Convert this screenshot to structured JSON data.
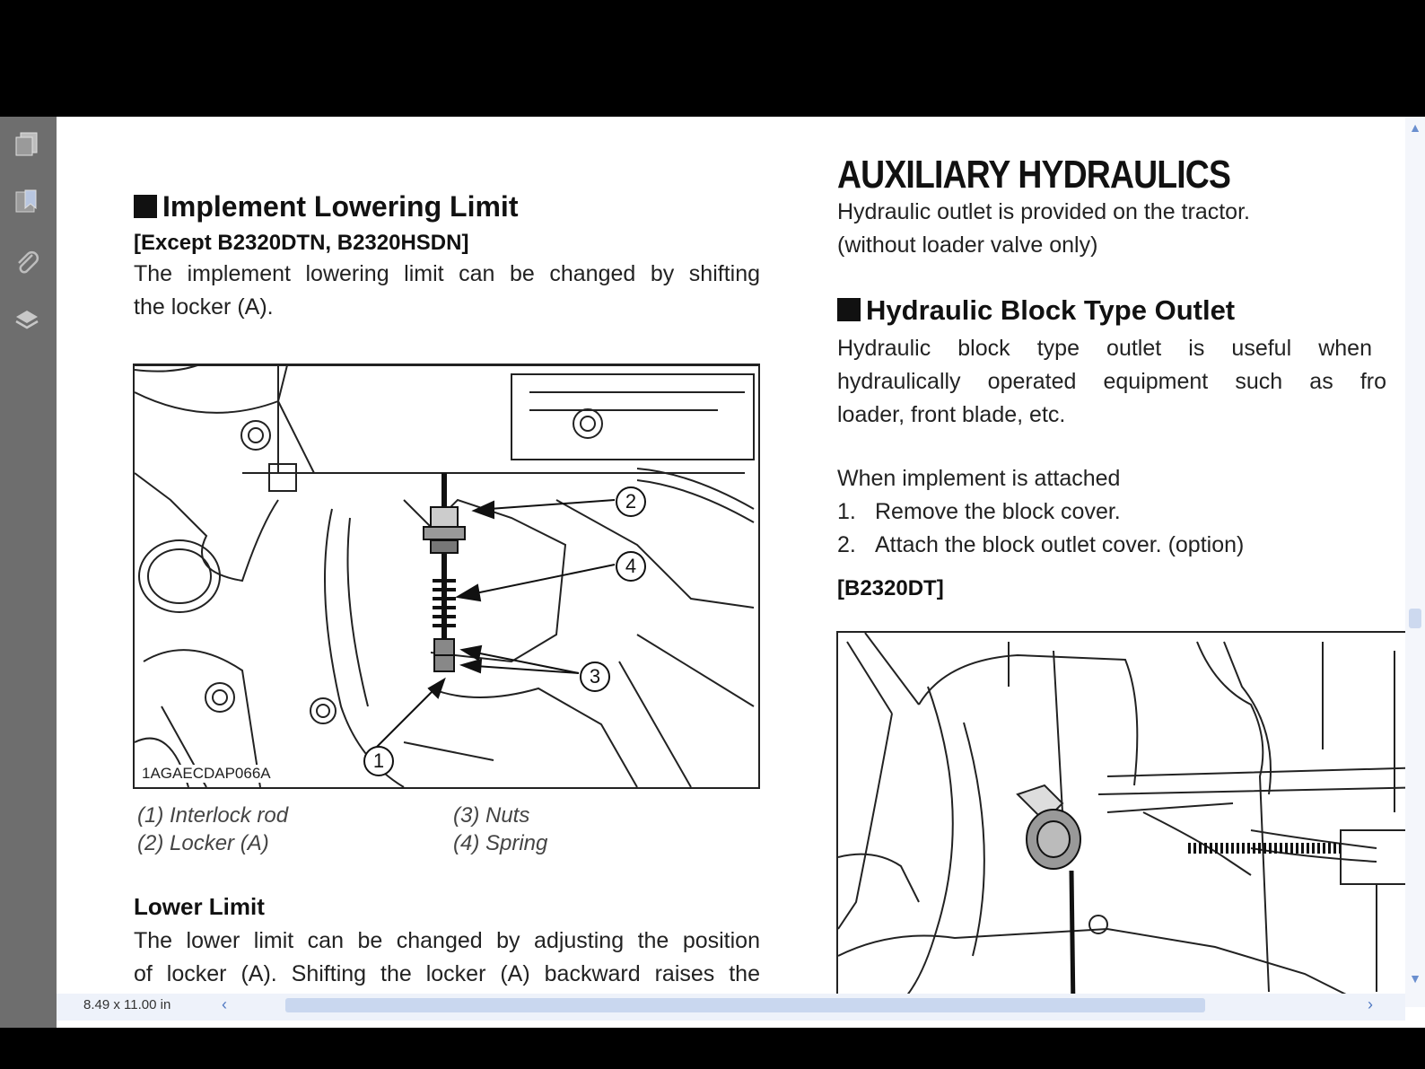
{
  "sidebar": {
    "buttons": [
      {
        "name": "pages-icon"
      },
      {
        "name": "bookmarks-icon"
      },
      {
        "name": "attachments-icon"
      },
      {
        "name": "layers-icon"
      }
    ]
  },
  "status": {
    "page_size": "8.49 x 11.00 in"
  },
  "left": {
    "heading": "Implement Lowering Limit",
    "subheading": "[Except B2320DTN, B2320HSDN]",
    "para1": [
      "The implement lowering limit can be changed by shifting",
      "the locker (A)."
    ],
    "figure_code": "1AGAECDAP066A",
    "callouts": [
      "1",
      "2",
      "3",
      "4"
    ],
    "captions": [
      "(1) Interlock rod",
      "(2) Locker (A)",
      "(3) Nuts",
      "(4) Spring"
    ],
    "lower_heading": "Lower Limit",
    "lower_para": [
      "The lower limit can be changed by adjusting the position",
      "of locker (A). Shifting the locker (A) backward raises the"
    ]
  },
  "right": {
    "title": "AUXILIARY HYDRAULICS",
    "intro": [
      "Hydraulic outlet is provided on the tractor.",
      "(without loader valve only)"
    ],
    "heading": "Hydraulic Block Type Outlet",
    "para": [
      "Hydraulic block type outlet is useful when",
      "hydraulically operated equipment such as fro",
      "loader, front blade, etc."
    ],
    "when": "When implement is attached",
    "steps": [
      {
        "num": "1.",
        "text": "Remove the block cover."
      },
      {
        "num": "2.",
        "text": "Attach the block outlet cover. (option)"
      }
    ],
    "model": "[B2320DT]"
  },
  "colors": {
    "sidebar": "#6e6e6e",
    "scroll_accent": "#4f78c2",
    "background": "#000000"
  }
}
